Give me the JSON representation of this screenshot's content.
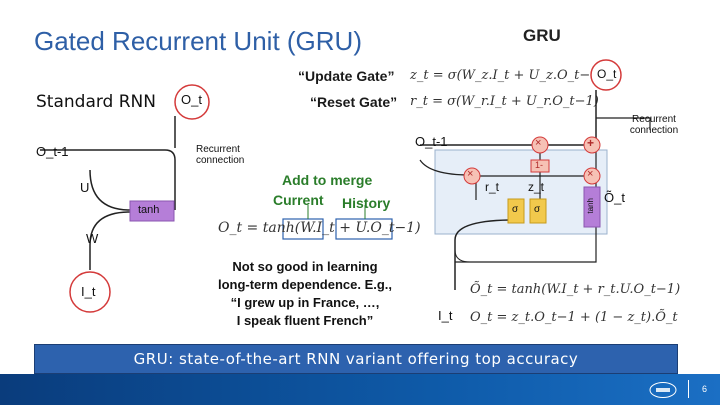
{
  "title": "Gated Recurrent Unit (GRU)",
  "gru_title": "GRU",
  "standard_rnn_label": "Standard RNN",
  "update_gate_label": "“Update Gate”",
  "reset_gate_label": "“Reset Gate”",
  "update_eq": "z_t = σ(W_z.I_t + U_z.O_t−1)",
  "reset_eq": "r_t = σ(W_r.I_t + U_r.O_t−1)",
  "rnn": {
    "o_t": "O_t",
    "o_prev": "O_t-1",
    "recurrent_connection": "Recurrent connection",
    "u": "U",
    "w": "W",
    "tanh": "tanh",
    "i_t": "I_t",
    "eq": "O_t = tanh(W.I_t + U.O_t−1)"
  },
  "merge_note": {
    "line1": "Add to merge",
    "current": "Current",
    "history": "History"
  },
  "drawback_note": {
    "line1": "Not so good in learning",
    "line2": "long-term dependence. E.g.,",
    "line3": "“I grew up in France, …,",
    "line4": "I speak fluent French”"
  },
  "gru": {
    "o_t": "O_t",
    "o_prev": "O_t-1",
    "recurrent_connection": "Recurrent connection",
    "r_t": "r_t",
    "z_t": "z_t",
    "o_tilde": "Õ_t",
    "i_t": "I_t",
    "times": "×",
    "plus": "+",
    "one_minus": "1-",
    "sigma": "σ",
    "tanh": "tanh",
    "candidate_eq": "Õ_t = tanh(W.I_t + r_t.U.O_t−1)",
    "output_eq": "O_t = z_t.O_t−1 + (1 − z_t).Õ_t"
  },
  "banner": "GRU: state-of-the-art RNN variant offering top accuracy",
  "page_number": "6",
  "colors": {
    "title": "#2e5fa6",
    "banner": "#2d62ae",
    "accent_red": "#d43a3a",
    "sigma_yellow": "#f2c94c",
    "tanh_purple": "#b57ed8",
    "green_text": "#2a7d2a"
  }
}
